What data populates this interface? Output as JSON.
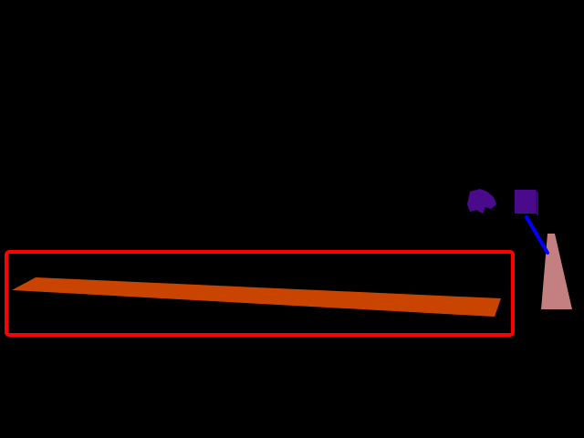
{
  "scene": {
    "background_color": "#000000",
    "objects": [
      {
        "id": "selection-box",
        "kind": "selection-highlight",
        "color": "#ff0000"
      },
      {
        "id": "ramp",
        "kind": "plank",
        "color": "#c84400"
      },
      {
        "id": "target-cone",
        "kind": "cone",
        "color": "#c48080"
      },
      {
        "id": "pointer-line",
        "kind": "line",
        "color": "#0000ff"
      },
      {
        "id": "purple-blob",
        "kind": "irregular-block",
        "color": "#4a0a8c"
      },
      {
        "id": "purple-cube",
        "kind": "cube",
        "color": "#4a0a8c"
      }
    ]
  }
}
